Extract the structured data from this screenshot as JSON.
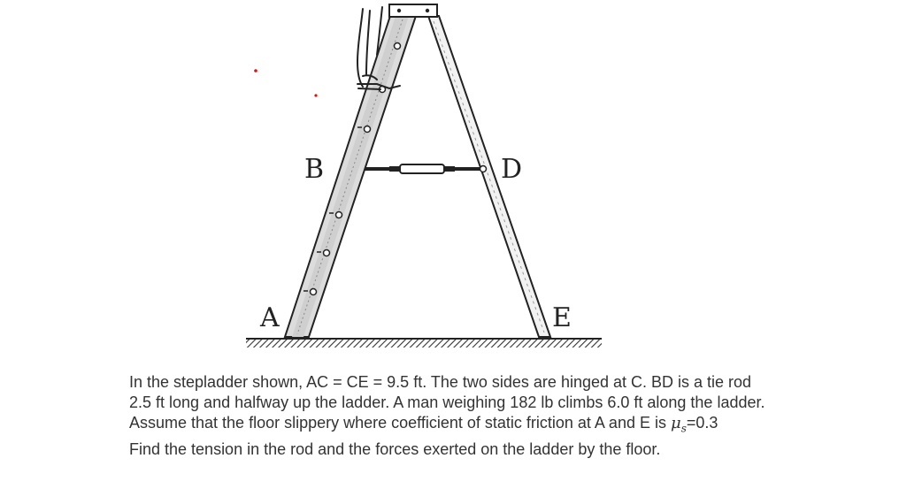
{
  "figure": {
    "labels": {
      "a": "A",
      "b": "B",
      "d": "D",
      "e": "E"
    },
    "colors": {
      "ink": "#222222",
      "rail_shade": "#cfcfcf",
      "floor_hatch": "#333333",
      "marker_dot": "#e01010"
    }
  },
  "problem": {
    "paragraph": "In the stepladder shown, AC = CE = 9.5 ft. The two sides are hinged at C. BD is a tie rod 2.5 ft long and halfway up the ladder. A man weighing 182 lb climbs 6.0 ft along the ladder. Assume that the floor slippery where coefficient of static friction at A and E is",
    "mu_symbol": "μ",
    "mu_subscript": "s",
    "mu_value": "=0.3",
    "question": "Find the tension in the rod and the forces exerted on the ladder by the floor."
  }
}
